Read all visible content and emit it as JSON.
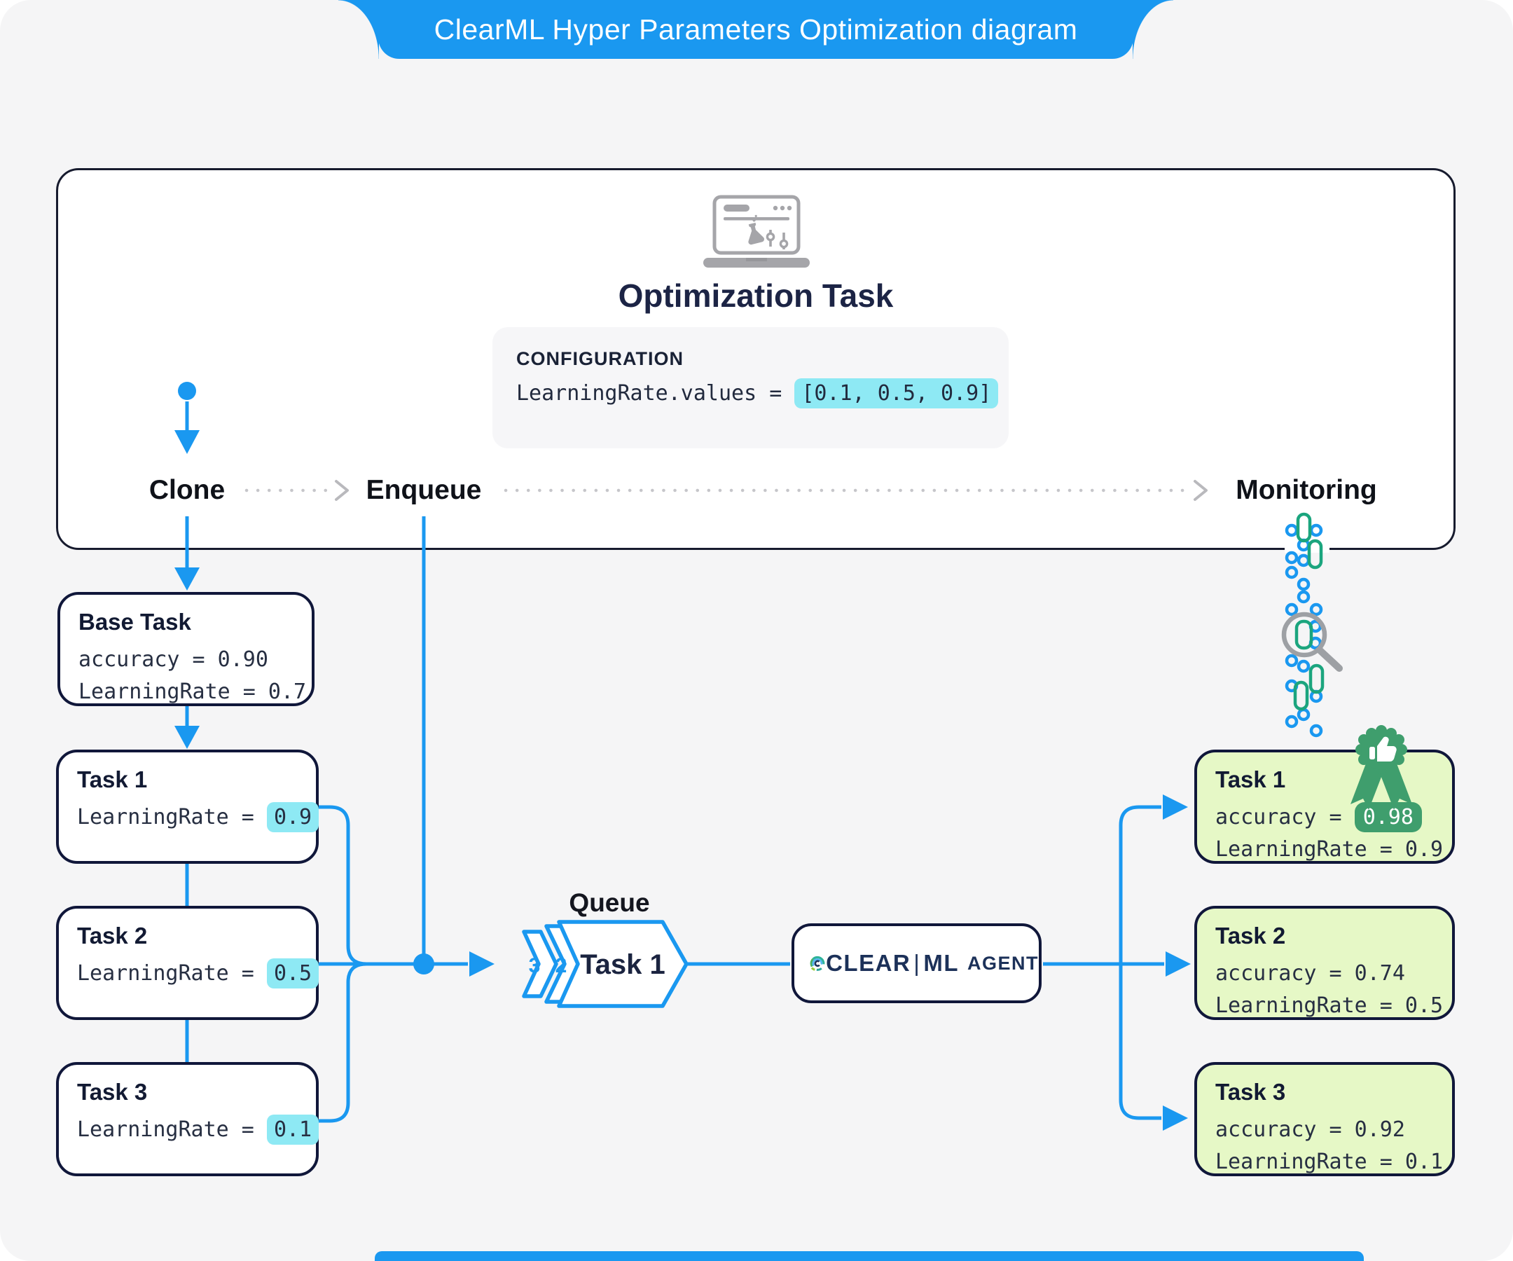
{
  "banner": {
    "title": "ClearML Hyper Parameters Optimization diagram"
  },
  "optimization_task": {
    "title": "Optimization Task",
    "configuration": {
      "heading": "CONFIGURATION",
      "code_prefix": "LearningRate.values = ",
      "code_values": "[0.1, 0.5, 0.9]"
    }
  },
  "flow": {
    "clone_label": "Clone",
    "enqueue_label": "Enqueue",
    "monitoring_label": "Monitoring"
  },
  "base_task": {
    "title": "Base Task",
    "accuracy_line": "accuracy = 0.90",
    "learning_rate_line": "LearningRate = 0.7"
  },
  "cloned_tasks": [
    {
      "title": "Task 1",
      "lr_prefix": "LearningRate = ",
      "lr_value": "0.9"
    },
    {
      "title": "Task 2",
      "lr_prefix": "LearningRate = ",
      "lr_value": "0.5"
    },
    {
      "title": "Task 3",
      "lr_prefix": "LearningRate = ",
      "lr_value": "0.1"
    }
  ],
  "queue": {
    "label": "Queue",
    "position_3": "3",
    "position_2": "2",
    "head_task": "Task 1"
  },
  "agent": {
    "brand_left": "CLEAR",
    "brand_divider": "|",
    "brand_right": "ML",
    "suffix": "AGENT"
  },
  "results": [
    {
      "title": "Task 1",
      "acc_prefix": "accuracy = ",
      "acc_value": "0.98",
      "lr_line": "LearningRate = 0.9",
      "best": true
    },
    {
      "title": "Task 2",
      "acc_line": "accuracy = 0.74",
      "lr_line": "LearningRate = 0.5"
    },
    {
      "title": "Task 3",
      "acc_line": "accuracy = 0.92",
      "lr_line": "LearningRate = 0.1"
    }
  ],
  "icons": {
    "optimization_task_icon": "laptop-experiment-icon",
    "monitoring_icon": "magnifier-data-stream-icon",
    "best_result_icon": "award-ribbon-thumbs-up-icon",
    "agent_logo": "clearml-logo-icon"
  },
  "colors": {
    "accent_blue": "#1a98f0",
    "navy": "#131c3c",
    "cyan_highlight": "#8ee9f4",
    "green_badge": "#3f9e6d",
    "light_green": "#e6f8c6",
    "teal": "#1ba57e",
    "gray_icon": "#a5a5a9"
  }
}
